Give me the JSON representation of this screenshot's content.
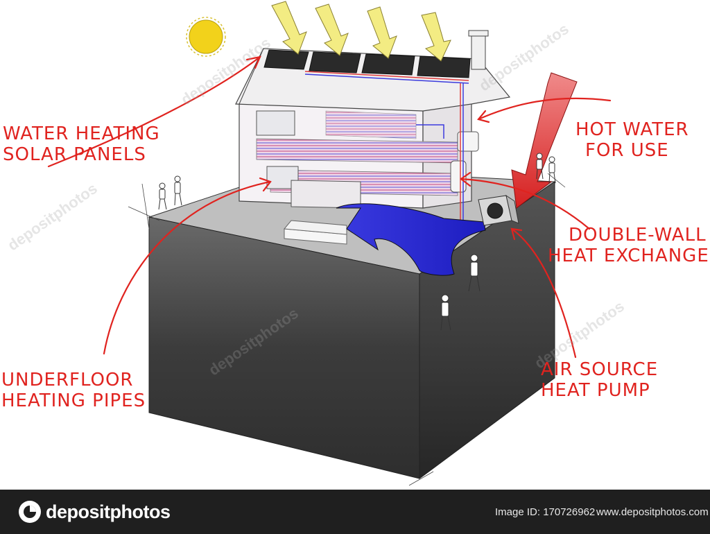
{
  "labels": {
    "solar": [
      "WATER HEATING",
      "SOLAR PANELS"
    ],
    "hot_water": [
      "HOT WATER",
      "FOR USE"
    ],
    "exchanger": [
      "DOUBLE-WALL",
      "HEAT EXCHANGER"
    ],
    "underfloor": [
      "UNDERFLOOR",
      "HEATING PIPES"
    ],
    "heat_pump": [
      "AIR SOURCE",
      "HEAT PUMP"
    ]
  },
  "watermark": "depositphotos",
  "footer": {
    "brand": "depositphotos",
    "image_id": "Image ID: 170726962",
    "url": "www.depositphotos.com"
  },
  "colors": {
    "annotation": "#e0231f",
    "sun": "#f2d21b",
    "solar_arrow": "#f3ec83",
    "warm_air": "#e84a4a",
    "air_flow": "#2222cc",
    "pipes_hot": "#e03b3b",
    "pipes_cold": "#3b3bdd",
    "footer_bg": "#1f1f1f"
  }
}
